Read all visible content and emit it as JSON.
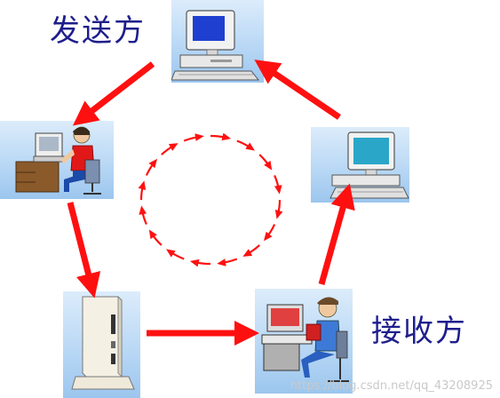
{
  "labels": {
    "sender": "发送方",
    "receiver": "接收方"
  },
  "watermark": "https://blog.csdn.net/qq_43208925",
  "nodes": [
    {
      "id": "sender-computer",
      "icon": "desktop-computer-icon"
    },
    {
      "id": "sender-user",
      "icon": "user-at-computer-icon"
    },
    {
      "id": "modem",
      "icon": "modem-tower-icon"
    },
    {
      "id": "receiver-user",
      "icon": "user-reading-at-computer-icon"
    },
    {
      "id": "receiver-computer",
      "icon": "desktop-computer-icon"
    }
  ],
  "colors": {
    "arrow": "#ff1010",
    "label_text": "#1e1e8c",
    "node_background": "#b9d8f5"
  }
}
